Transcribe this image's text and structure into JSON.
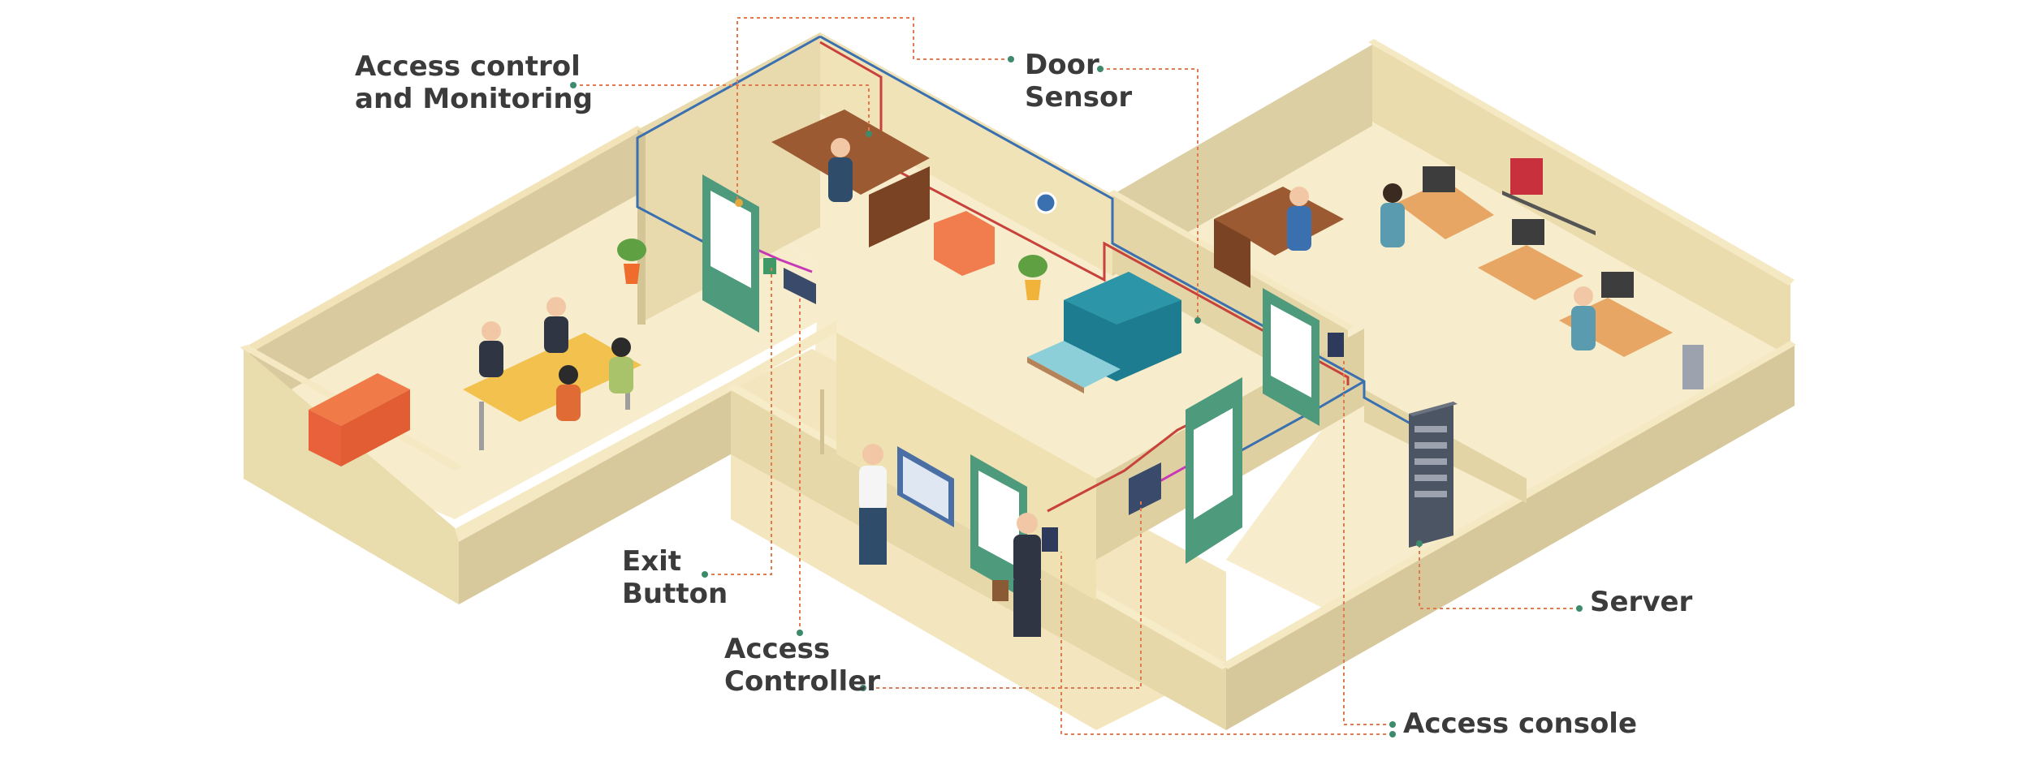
{
  "colors": {
    "leader_line": "#e07a4f",
    "leader_dot": "#3e8a6c",
    "wall_top": "#f2e4b8",
    "wall_side": "#d6c79a",
    "floor": "#f7eccb",
    "door": "#4e9a7c",
    "cable_blue": "#3a6fb0",
    "cable_red": "#c8413b",
    "cable_magenta": "#c838b6"
  },
  "labels": {
    "access_monitoring": {
      "line1": "Access control",
      "line2": "and Monitoring"
    },
    "door_sensor": {
      "line1": "Door",
      "line2": "Sensor"
    },
    "exit_button": {
      "line1": "Exit",
      "line2": "Button"
    },
    "access_controller": {
      "line1": "Access",
      "line2": "Controller"
    },
    "server": {
      "line1": "Server"
    },
    "access_console": {
      "line1": "Access console"
    }
  }
}
